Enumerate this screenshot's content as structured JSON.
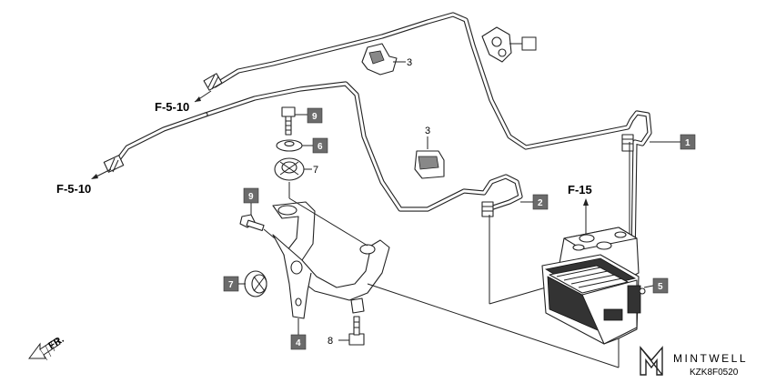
{
  "refs": {
    "f510_upper": "F-5-10",
    "f510_lower": "F-5-10",
    "f15": "F-15",
    "fr": "FR."
  },
  "part_numbers": {
    "clip_upper": "3",
    "clip_middle": "3",
    "grommet_7_right": "7",
    "bolt_8": "8"
  },
  "callouts": {
    "pipe_1": "1",
    "pipe_2": "2",
    "stay_4": "4",
    "modulator_5": "5",
    "collar_6": "6",
    "grommet_7_left": "7",
    "bolt_9_upper": "9",
    "bolt_9_left": "9"
  },
  "watermark": {
    "brand": "MINTWELL",
    "code": "KZK8F0520"
  },
  "colors": {
    "callout_fill": "#6b6b6b",
    "line": "#222222",
    "background": "#ffffff"
  }
}
